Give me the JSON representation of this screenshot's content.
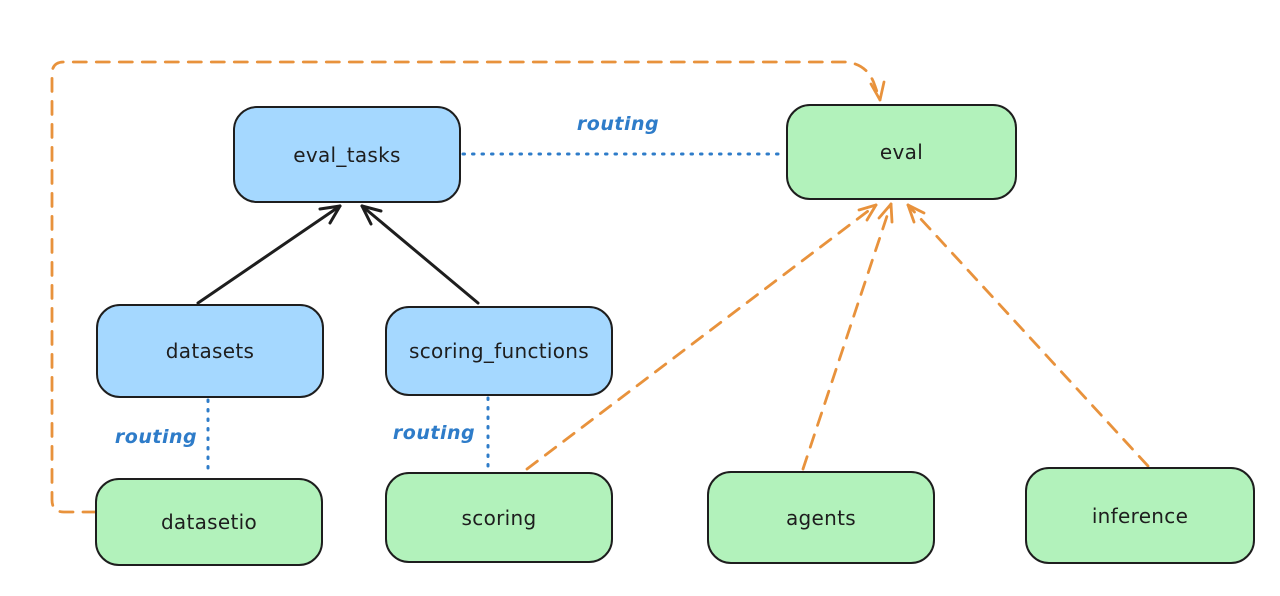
{
  "diagram": {
    "colors": {
      "node_blue_fill": "#a5d8ff",
      "node_green_fill": "#b2f2bb",
      "node_stroke": "#1e1e1e",
      "routing_blue": "#2e7cc9",
      "provider_orange": "#e8923c",
      "background": "#ffffff"
    },
    "nodes": {
      "eval_tasks": {
        "label": "eval_tasks",
        "color": "#a5d8ff"
      },
      "eval": {
        "label": "eval",
        "color": "#b2f2bb"
      },
      "datasets": {
        "label": "datasets",
        "color": "#a5d8ff"
      },
      "scoring_functions": {
        "label": "scoring_functions",
        "color": "#a5d8ff"
      },
      "datasetio": {
        "label": "datasetio",
        "color": "#b2f2bb"
      },
      "scoring": {
        "label": "scoring",
        "color": "#b2f2bb"
      },
      "agents": {
        "label": "agents",
        "color": "#b2f2bb"
      },
      "inference": {
        "label": "inference",
        "color": "#b2f2bb"
      }
    },
    "edges": [
      {
        "from": "datasets",
        "to": "eval_tasks",
        "style": "solid-arrow",
        "color": "#1e1e1e"
      },
      {
        "from": "scoring_functions",
        "to": "eval_tasks",
        "style": "solid-arrow",
        "color": "#1e1e1e"
      },
      {
        "from": "eval_tasks",
        "to": "eval",
        "style": "dotted",
        "label": "routing",
        "color": "#2e7cc9"
      },
      {
        "from": "datasets",
        "to": "datasetio",
        "style": "dotted",
        "label": "routing",
        "color": "#2e7cc9"
      },
      {
        "from": "scoring_functions",
        "to": "scoring",
        "style": "dotted",
        "label": "routing",
        "color": "#2e7cc9"
      },
      {
        "from": "datasetio",
        "to": "eval",
        "style": "dashed-arrow",
        "color": "#e8923c"
      },
      {
        "from": "scoring",
        "to": "eval",
        "style": "dashed-arrow",
        "color": "#e8923c"
      },
      {
        "from": "agents",
        "to": "eval",
        "style": "dashed-arrow",
        "color": "#e8923c"
      },
      {
        "from": "inference",
        "to": "eval",
        "style": "dashed-arrow",
        "color": "#e8923c"
      }
    ]
  }
}
